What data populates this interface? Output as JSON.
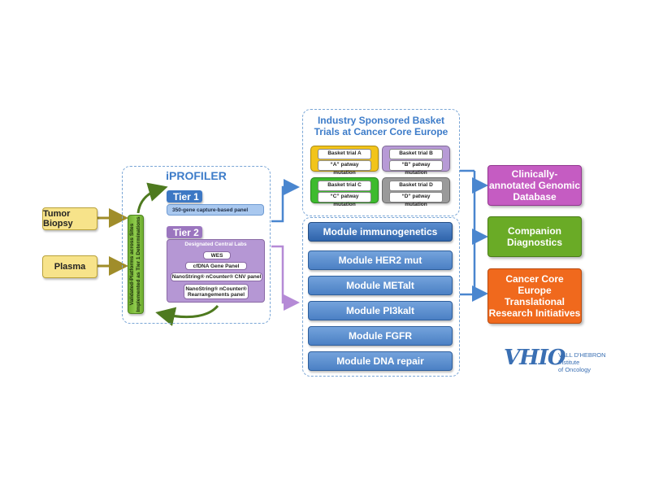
{
  "inputs": {
    "tumor": "Tumor Biopsy",
    "plasma": "Plasma"
  },
  "iprofiler": {
    "title": "iPROFILER",
    "vertical_text": "Validated-Platforms across Sites Implemented as Tier 1 Determinations",
    "tier1": {
      "label": "Tier 1",
      "panel": "350-gene capture-based panel"
    },
    "tier2": {
      "label": "Tier 2",
      "heading": "Designated Central Labs",
      "items": [
        "WES",
        "cfDNA Gene Panel",
        "NanoString® nCounter® CNV panel",
        "NanoString® nCounter® Rearrangements panel"
      ]
    }
  },
  "baskets": {
    "title": "Industry Sponsored Basket Trials at Cancer Core Europe",
    "trials": [
      {
        "label": "Basket trial A",
        "mutation": "“A” patway mutation",
        "color": "#f2c41a"
      },
      {
        "label": "Basket trial B",
        "mutation": "“B” patway mutation",
        "color": "#b79ad6"
      },
      {
        "label": "Basket trial C",
        "mutation": "“C” patway mutation",
        "color": "#3dbb2e"
      },
      {
        "label": "Basket trial D",
        "mutation": "“D” patway mutation",
        "color": "#9a9a9a"
      }
    ]
  },
  "modules": [
    "Module immunogenetics",
    "Module HER2 mut",
    "Module METalt",
    "Module PI3kalt",
    "Module FGFR",
    "Module DNA repair"
  ],
  "outputs": [
    {
      "text": "Clinically-annotated Genomic Database",
      "color": "#c55cc2"
    },
    {
      "text": "Companion Diagnostics",
      "color": "#6aab26"
    },
    {
      "text": "Cancer Core Europe Translational Research Initiatives",
      "color": "#f0691d"
    }
  ],
  "logo": {
    "mark": "VHIO",
    "line1": "VALL D'HEBRON",
    "line2": "Institute",
    "line3": "of Oncology"
  },
  "colors": {
    "blue_accent": "#3d7cc9",
    "tier_blue": "#3d78c4",
    "tier2_purple": "#9b76bf",
    "arrow_green": "#4e7a1f",
    "arrow_olive": "#a08d2a"
  }
}
